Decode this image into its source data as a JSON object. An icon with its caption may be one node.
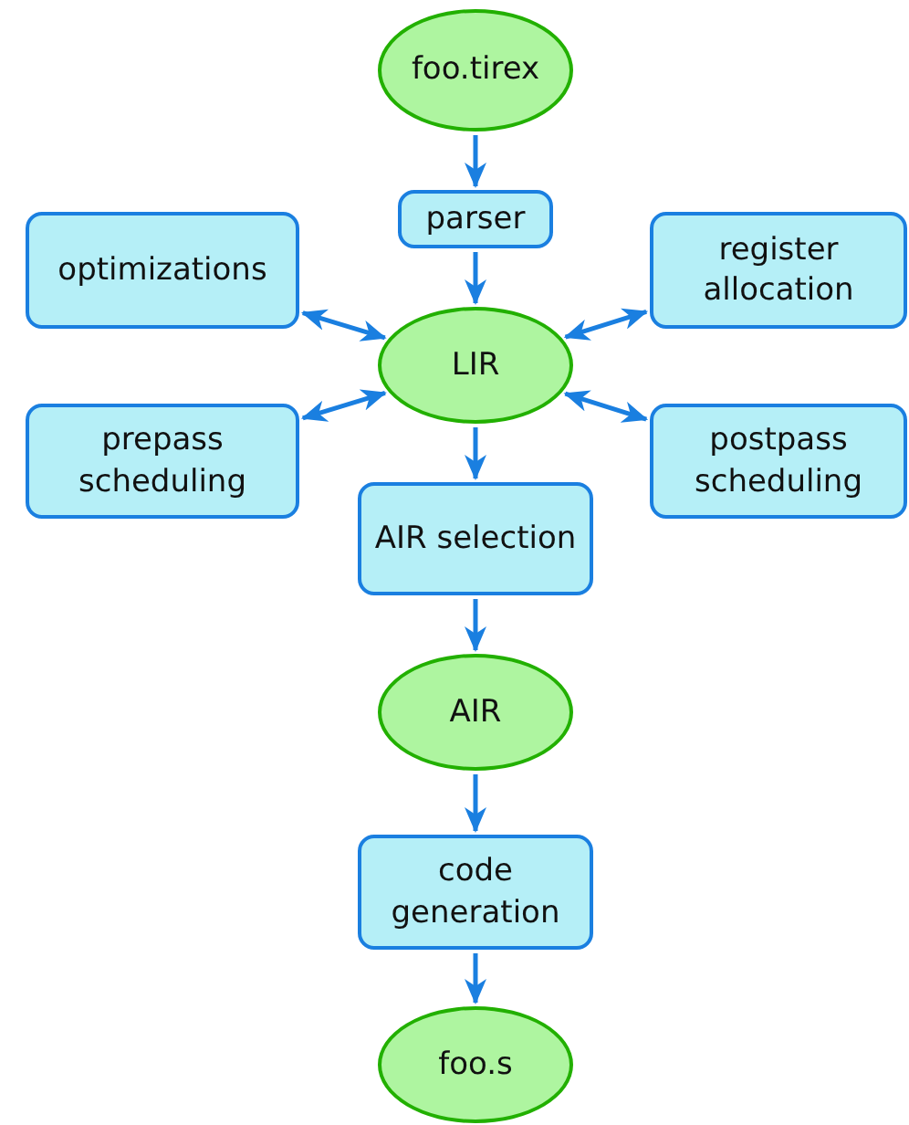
{
  "diagram": {
    "nodes": [
      {
        "text": [
          "foo.tirex"
        ]
      },
      {
        "text": [
          "parser"
        ]
      },
      {
        "text": [
          "optimizations"
        ]
      },
      {
        "text": [
          "register allocation"
        ]
      },
      {
        "text": [
          "LIR"
        ]
      },
      {
        "text": [
          "prepass scheduling"
        ]
      },
      {
        "text": [
          "postpass scheduling"
        ]
      },
      {
        "text": [
          "AIR selection"
        ]
      },
      {
        "text": [
          "AIR"
        ]
      },
      {
        "text": [
          "code generation"
        ]
      },
      {
        "text": [
          "foo.s"
        ]
      }
    ],
    "edges": [
      {
        "from": 0,
        "to": 1,
        "arrow": "to"
      },
      {
        "from": 1,
        "to": 4,
        "arrow": "to"
      },
      {
        "from": 4,
        "to": 2,
        "arrow": "both"
      },
      {
        "from": 4,
        "to": 3,
        "arrow": "both"
      },
      {
        "from": 4,
        "to": 5,
        "arrow": "both"
      },
      {
        "from": 4,
        "to": 6,
        "arrow": "both"
      },
      {
        "from": 4,
        "to": 7,
        "arrow": "to"
      },
      {
        "from": 7,
        "to": 8,
        "arrow": "to"
      },
      {
        "from": 8,
        "to": 9,
        "arrow": "to"
      },
      {
        "from": 9,
        "to": 10,
        "arrow": "to"
      }
    ]
  }
}
